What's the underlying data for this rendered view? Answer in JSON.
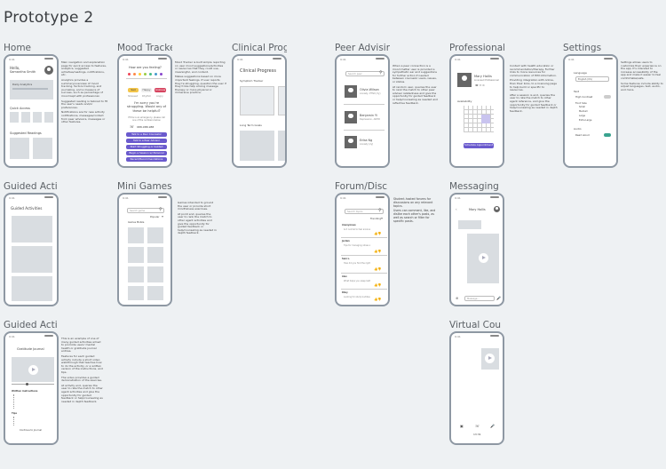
{
  "page_title": "Prototype 2",
  "sections": {
    "home": "Home",
    "mood": "Mood Tracke",
    "clinical": "Clinical Prog",
    "peer": "Peer Advisin",
    "professional": "Professional",
    "settings": "Settings",
    "guided1": "Guided Acti",
    "minigames": "Mini Games",
    "forum": "Forum/Disc",
    "messaging": "Messaging",
    "guided2": "Guided Acti",
    "virtual": "Virtual Cou"
  },
  "home": {
    "greeting": "Hello,",
    "user": "Samantha Smith",
    "daily_analytics": "Daily Analytics",
    "quick_access": "Quick Access",
    "suggested": "Suggested Readings",
    "notes": [
      "Main navigation and explanation page for quick access to features, analytics, suggested activities/readings, notifications, etc.",
      "Analytics provides a summary/overview of mood tracking, factors tracking, and journaling, and a measure of success, such as percentage of mood kept with professional.",
      "Suggested reading is tailored to fit the user's needs and/or preferences.",
      "Notifications are for new activity notifications, messages/contact from peer advisors, messages or other features."
    ]
  },
  "mood": {
    "question": "How are you feeling?",
    "tags": [
      "Sad",
      "Happy",
      "Anxious"
    ],
    "tags2": [
      "Stressed",
      "Rhythm",
      "Angry"
    ],
    "sorry": "I'm sorry you're struggling. Would any of these be helpful?",
    "crisis": "If this is an emergency, please call one of the numbers below.",
    "phone": "988-988-988",
    "buttons": [
      "Talk to a Peer Counselor",
      "Talk to a Peer Advisor",
      "Start Struggling or Guided Exercise",
      "Begin a Session w/ Personal Counsel",
      "Recent/Recommendations"
    ],
    "notes": [
      "Mood Tracker is built simple reporting on user mood suggestions/activities or resources that they could use, meaningful, and content.",
      "Makes suggestions based on more important feelings. If user reports they're struggling, question the user if they'd like help among message therapy or more physical or immersive practice."
    ]
  },
  "clinical": {
    "title": "Clinical Progress",
    "tracker": "Symptom Tracker",
    "longterm": "Long Term Goals"
  },
  "peer": {
    "search": "Search peer",
    "people": [
      "Olivia Wilson",
      "Benjamin Yi",
      "Erika Ng"
    ],
    "subs": [
      "Anxiety, PTSD (3y)",
      "Depression, ADHD",
      "Anxiety (2y)"
    ],
    "notes": [
      "When a peer connection is a mood matter user is provided a sympathetic ear and suggestions for further action if needed between counselor users, issues, or status.",
      "At random user, queries the user to rank the match to other peer adviser relatedness and give the opportunity for guided feedback or help/counseling as needed and reflective feedback."
    ]
  },
  "professional": {
    "name": "Mary Hollis",
    "role": "Licensed Professional",
    "availability": "Availability",
    "schedule": "Schedule Appointment",
    "notes": [
      "Contact with health education or recommendation/therapy. Further links to more resources for communication of HIM information.",
      "Providing integration with online, than their links, to a licensing page to help build or specific to resources.",
      "After a session is end, queries the user to rate the match to other agent reference, and give the opportunity for guided feedback or help/counseling as needed in depth feedback."
    ]
  },
  "settings": {
    "language_label": "Language",
    "language": "English (US)",
    "text_label": "Text",
    "high_contrast": "High Contrast",
    "font_size": "Font Size",
    "sizes": [
      "Small",
      "Medium",
      "Large",
      "Extra Large"
    ],
    "audio": "Audio",
    "read_aloud": "Read aloud",
    "notes": [
      "Settings allows users to customize their experience on the app. It's intended to increase accessibility of the app and make it easier to feel comfortable/safe.",
      "Some features include ability to adjust languages, text, audio, and more."
    ]
  },
  "guided1": {
    "title": "Guided Activities"
  },
  "minigames": {
    "search": "Search game",
    "popular": "Popular",
    "games_label": "Games Mobile",
    "notes": [
      "Games intended to ground the user or provide short mindfulness exercises.",
      "At point end, queries the user to rank the match to other agent activities and give the opportunity for guided feedback or help/counseling as needed in depth feedback."
    ]
  },
  "forum": {
    "search": "Search topics",
    "trending": "Trending",
    "posts": [
      "Is it normal to feel anxious at night?",
      "Tips for managing stress at school",
      "How did you find the right therapist?",
      "What helps you sleep better?",
      "Looking for study buddies"
    ],
    "authors": [
      "Anonymous",
      "Jordan",
      "Sam L.",
      "Alex",
      "Riley"
    ],
    "notes": [
      "Student-hosted forums for discussions on any relevant topics.",
      "Users can comment, like, and dislike each other's posts, as well as search or filter for specific posts."
    ]
  },
  "messaging": {
    "name": "Mary Hollis",
    "placeholder": "Message..."
  },
  "guided2": {
    "title": "Gratitude Journal",
    "section_label": "Written instructions",
    "tips_label": "Tips",
    "continue": "Continue to Journal",
    "notes": [
      "This is an example of one of many guided activities aimed to promote users' mental health or gratitude journal entries.",
      "Features for each guided activity include a short video walkthrough that teaches how to do the activity, or a written version of the instructions, and tips.",
      "The video provides a guided demonstration of the exercise.",
      "At activity end, queries the user to rate the match to other agent activities and give the opportunity for guided feedback or help/counseling as needed in depth feedback."
    ]
  },
  "virtual": {
    "timer": "13:31"
  },
  "colors": {
    "accent": "#6a5acd",
    "danger": "#d64560",
    "toggle_on": "#3aa38f",
    "phone_border": "#8e98a3"
  }
}
